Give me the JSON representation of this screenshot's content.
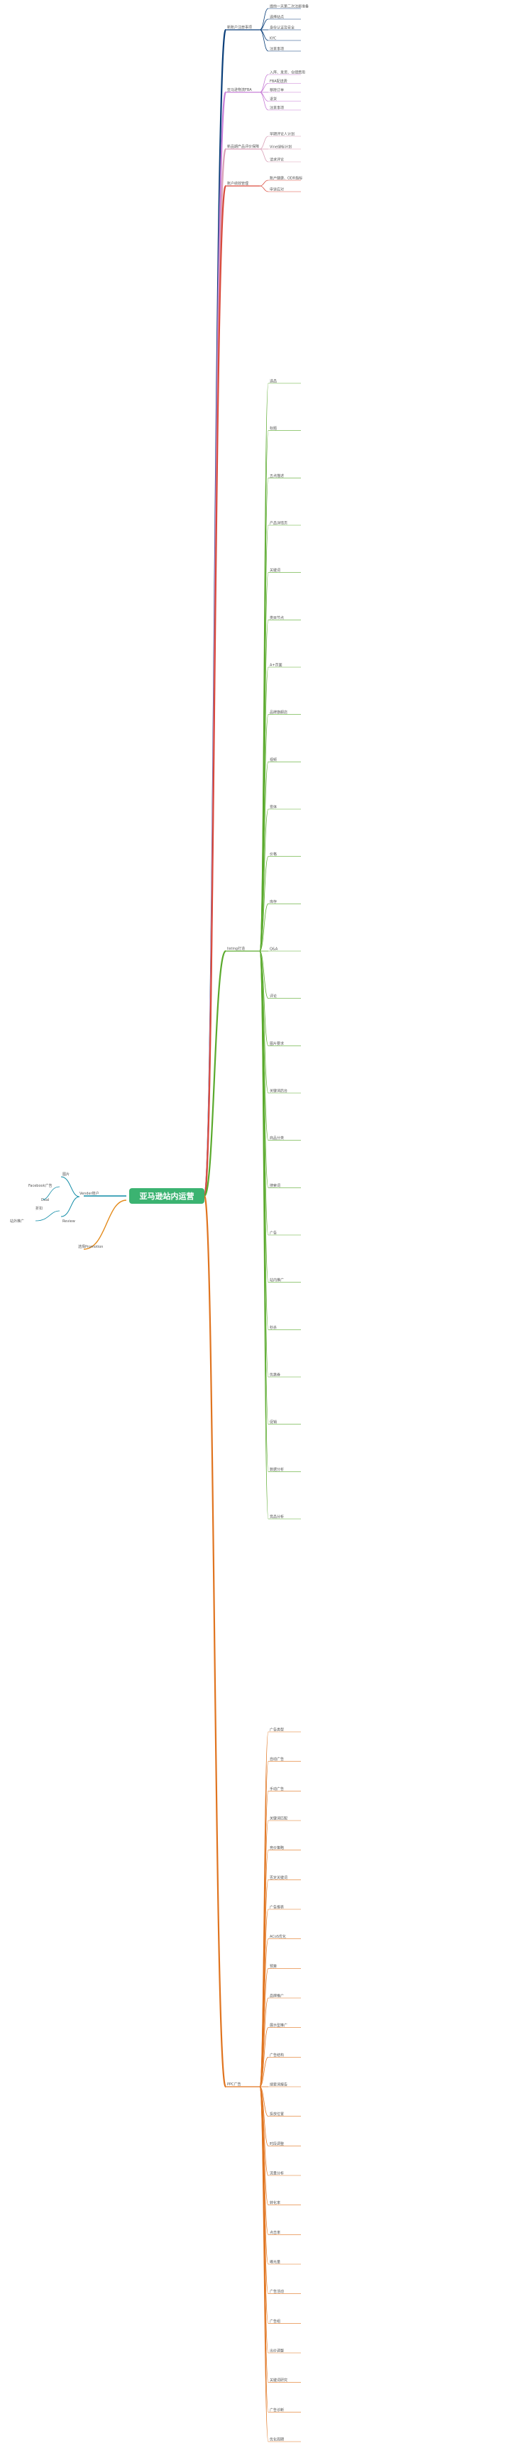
{
  "root": {
    "label": "亚马逊站内运营",
    "color": "#3bb371"
  },
  "left": {
    "hub": {
      "label": "Vender账户",
      "color": "#0f8ba6"
    },
    "items": [
      {
        "label": "图片",
        "color": "#0f8ba6"
      },
      {
        "label": "Facebook广告",
        "color": "#0f8ba6"
      },
      {
        "label": "Deal",
        "color": "#0f8ba6"
      },
      {
        "label": "折扣",
        "color": "#0f8ba6"
      },
      {
        "label": "站外推广",
        "color": "#0f8ba6"
      },
      {
        "label": "Review",
        "color": "#0f8ba6"
      }
    ],
    "promo": {
      "label": "选择Promotion",
      "color": "#e38a1a"
    }
  },
  "branches": [
    {
      "label": "新账户注册事项",
      "color": "#0a3f7a",
      "children": [
        "提前一天第二次注册准备",
        "选择站点",
        "身份认证及安全",
        "KYC",
        "注意事项"
      ]
    },
    {
      "label": "亚马逊物流FBA",
      "color": "#c77dd6",
      "children": [
        "入库、发货、仓储费用",
        "FBA配送费",
        "移除订单",
        "退货",
        "注意事项"
      ]
    },
    {
      "label": "新品期产品评价保障",
      "color": "#d9a0b7",
      "children": [
        "早期评论人计划",
        "Vine绿标计划",
        "请求评论"
      ]
    },
    {
      "label": "账户绩效管理",
      "color": "#d94a3c",
      "children": [
        "账户健康、ODR指标",
        "申诉应对"
      ]
    },
    {
      "label": "listing打造",
      "color": "#5aaa2d",
      "children": [
        "选品",
        "标题",
        "五点描述",
        "产品详情页",
        "关键词",
        "类目节点",
        "A+页面",
        "品牌旗舰店",
        "视频",
        "变体",
        "价格",
        "库存",
        "Q&A",
        "评论",
        "图片要求",
        "关键词后台",
        "商品分类",
        "搜索词",
        "广告",
        "站内推广",
        "秒杀",
        "优惠券",
        "促销",
        "数据分析",
        "竞品分析"
      ]
    },
    {
      "label": "PPC广告",
      "color": "#e0741f",
      "children": [
        "广告类型",
        "自动广告",
        "手动广告",
        "关键词匹配",
        "竞价策略",
        "否定关键词",
        "广告报表",
        "ACoS优化",
        "预算",
        "品牌推广",
        "展示型推广",
        "广告结构",
        "搜索词报告",
        "投放位置",
        "时段调整",
        "流量分析",
        "转化率",
        "点击率",
        "曝光量",
        "广告活动",
        "广告组",
        "出价调整",
        "关键词研究",
        "广告诊断",
        "优化周期"
      ]
    }
  ]
}
